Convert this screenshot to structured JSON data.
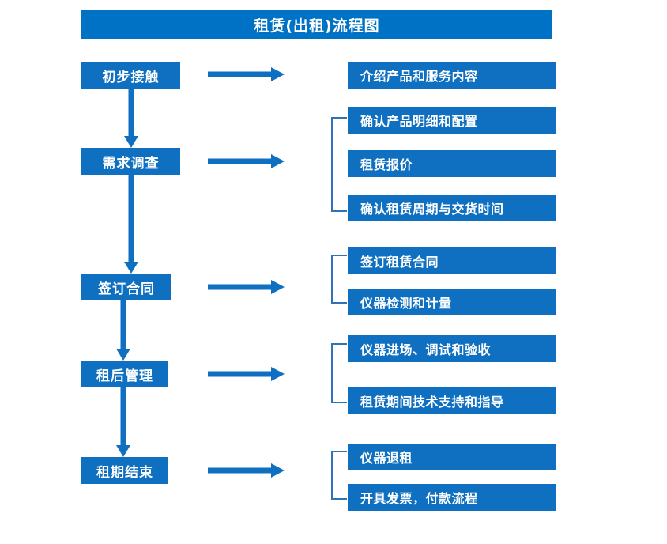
{
  "title": "租赁(出租)流程图",
  "colors": {
    "title_bar": "#0072C6",
    "box": "#0F6FC0",
    "arrow": "#0F6FC0",
    "bracket": "#2E74B5",
    "text": "#FFFFFF",
    "background": "#FFFFFF"
  },
  "stages": [
    {
      "label": "初步接触"
    },
    {
      "label": "需求调查"
    },
    {
      "label": "签订合同"
    },
    {
      "label": "租后管理"
    },
    {
      "label": "租期结束"
    }
  ],
  "details": [
    {
      "label": "介绍产品和服务内容"
    },
    {
      "label": "确认产品明细和配置"
    },
    {
      "label": "租赁报价"
    },
    {
      "label": "确认租赁周期与交货时间"
    },
    {
      "label": "签订租赁合同"
    },
    {
      "label": "仪器检测和计量"
    },
    {
      "label": "仪器进场、调试和验收"
    },
    {
      "label": "租赁期间技术支持和指导"
    },
    {
      "label": "仪器退租"
    },
    {
      "label": "开具发票，付款流程"
    }
  ],
  "chart_data": {
    "type": "diagram",
    "title": "租赁(出租)流程图",
    "orientation": "vertical-with-branches",
    "nodes": [
      {
        "id": "s1",
        "label": "初步接触",
        "column": "stage",
        "order": 1
      },
      {
        "id": "s2",
        "label": "需求调查",
        "column": "stage",
        "order": 2
      },
      {
        "id": "s3",
        "label": "签订合同",
        "column": "stage",
        "order": 3
      },
      {
        "id": "s4",
        "label": "租后管理",
        "column": "stage",
        "order": 4
      },
      {
        "id": "s5",
        "label": "租期结束",
        "column": "stage",
        "order": 5
      },
      {
        "id": "d1",
        "label": "介绍产品和服务内容",
        "column": "detail",
        "order": 1
      },
      {
        "id": "d2",
        "label": "确认产品明细和配置",
        "column": "detail",
        "order": 2
      },
      {
        "id": "d3",
        "label": "租赁报价",
        "column": "detail",
        "order": 3
      },
      {
        "id": "d4",
        "label": "确认租赁周期与交货时间",
        "column": "detail",
        "order": 4
      },
      {
        "id": "d5",
        "label": "签订租赁合同",
        "column": "detail",
        "order": 5
      },
      {
        "id": "d6",
        "label": "仪器检测和计量",
        "column": "detail",
        "order": 6
      },
      {
        "id": "d7",
        "label": "仪器进场、调试和验收",
        "column": "detail",
        "order": 7
      },
      {
        "id": "d8",
        "label": "租赁期间技术支持和指导",
        "column": "detail",
        "order": 8
      },
      {
        "id": "d9",
        "label": "仪器退租",
        "column": "detail",
        "order": 9
      },
      {
        "id": "d10",
        "label": "开具发票，付款流程",
        "column": "detail",
        "order": 10
      }
    ],
    "edges": [
      {
        "from": "s1",
        "to": "s2",
        "type": "arrow-down"
      },
      {
        "from": "s2",
        "to": "s3",
        "type": "arrow-down"
      },
      {
        "from": "s3",
        "to": "s4",
        "type": "arrow-down"
      },
      {
        "from": "s4",
        "to": "s5",
        "type": "arrow-down"
      },
      {
        "from": "s1",
        "to": "d1",
        "type": "arrow-right"
      },
      {
        "from": "s2",
        "to": "d2,d3,d4",
        "type": "arrow-right-bracket"
      },
      {
        "from": "s3",
        "to": "d5,d6",
        "type": "arrow-right-bracket"
      },
      {
        "from": "s4",
        "to": "d7,d8",
        "type": "arrow-right-bracket"
      },
      {
        "from": "s5",
        "to": "d9,d10",
        "type": "arrow-right-bracket"
      }
    ],
    "groups": [
      {
        "stage": "需求调查",
        "items": [
          "确认产品明细和配置",
          "租赁报价",
          "确认租赁周期与交货时间"
        ]
      },
      {
        "stage": "签订合同",
        "items": [
          "签订租赁合同",
          "仪器检测和计量"
        ]
      },
      {
        "stage": "租后管理",
        "items": [
          "仪器进场、调试和验收",
          "租赁期间技术支持和指导"
        ]
      },
      {
        "stage": "租期结束",
        "items": [
          "仪器退租",
          "开具发票，付款流程"
        ]
      }
    ]
  }
}
